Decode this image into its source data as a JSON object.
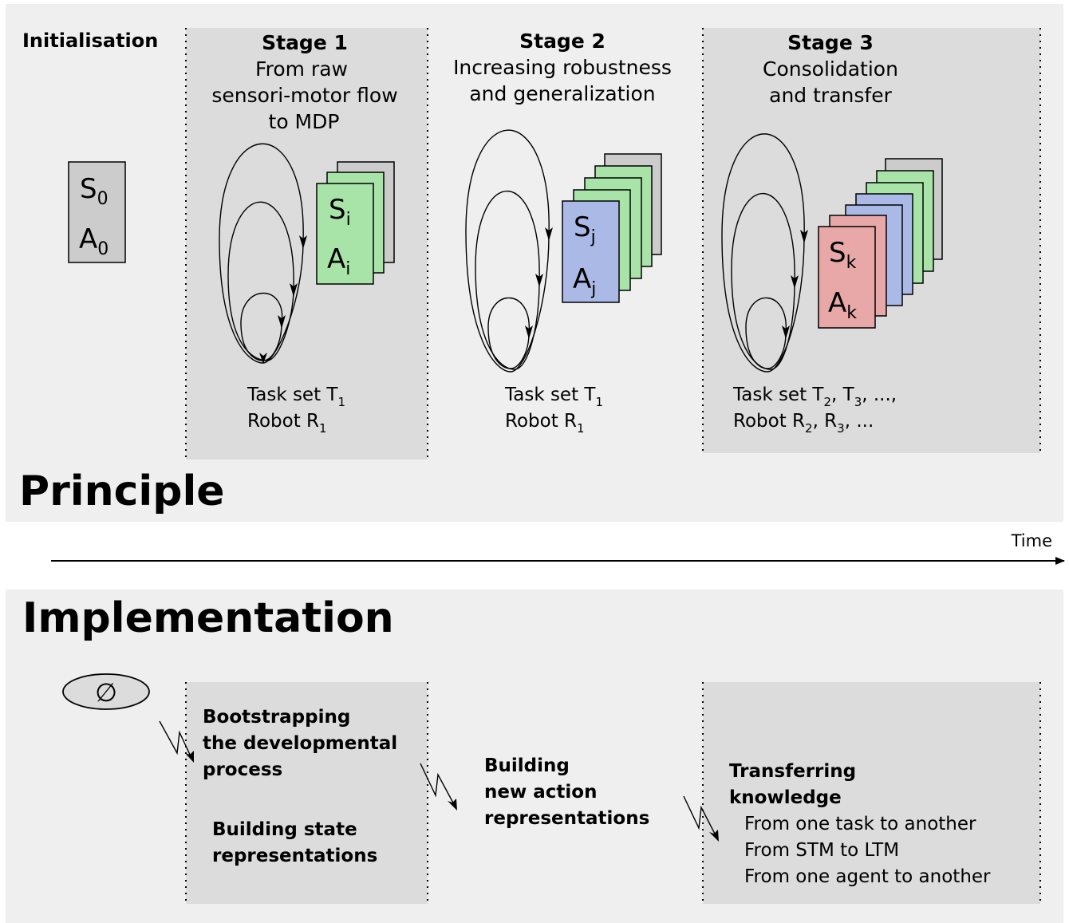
{
  "principle": {
    "heading": "Principle",
    "initialisation": {
      "label": "Initialisation",
      "state": {
        "letter": "S",
        "sub": "0"
      },
      "action": {
        "letter": "A",
        "sub": "0"
      }
    },
    "stages": [
      {
        "title": "Stage 1",
        "desc": [
          "From raw",
          "sensori-motor flow",
          "to MDP"
        ],
        "state": {
          "letter": "S",
          "sub": "i"
        },
        "action": {
          "letter": "A",
          "sub": "i"
        },
        "tasks": {
          "prefix": "Task set T",
          "sub": "1",
          "suffix": ""
        },
        "robots": {
          "prefix": "Robot R",
          "sub": "1",
          "suffix": ""
        }
      },
      {
        "title": "Stage 2",
        "desc": [
          "Increasing robustness",
          "and generalization"
        ],
        "state": {
          "letter": "S",
          "sub": "j"
        },
        "action": {
          "letter": "A",
          "sub": "j"
        },
        "tasks": {
          "prefix": "Task set T",
          "sub": "1",
          "suffix": ""
        },
        "robots": {
          "prefix": "Robot R",
          "sub": "1",
          "suffix": ""
        }
      },
      {
        "title": "Stage 3",
        "desc": [
          "Consolidation",
          "and transfer"
        ],
        "state": {
          "letter": "S",
          "sub": "k"
        },
        "action": {
          "letter": "A",
          "sub": "k"
        },
        "tasks": {
          "prefix": "Task set T",
          "sub": "2",
          "mid": ", T",
          "sub2": "3",
          "suffix": ", ...,"
        },
        "robots": {
          "prefix": "Robot R",
          "sub": "2",
          "mid": ", R",
          "sub2": "3",
          "suffix": ", ..."
        }
      }
    ]
  },
  "timeline": {
    "label": "Time"
  },
  "implementation": {
    "heading": "Implementation",
    "empty_symbol": "∅",
    "stage1": {
      "bootstrap": [
        "Bootstrapping",
        "the developmental",
        "process"
      ],
      "state_repr": [
        "Building state",
        "representations"
      ]
    },
    "stage2": {
      "action_repr": [
        "Building",
        "new action",
        "representations"
      ]
    },
    "stage3": {
      "title": [
        "Transferring",
        "knowledge"
      ],
      "items": [
        "From one task to another",
        "From STM to LTM",
        "From one agent to another"
      ]
    }
  },
  "colors": {
    "panel_bg": "#efefef",
    "stage_bg": "#dcdcdc",
    "gray_card": "#cccccc",
    "green_card": "#a8e4a8",
    "blue_card": "#abb9e6",
    "red_card": "#e8a8a8"
  }
}
